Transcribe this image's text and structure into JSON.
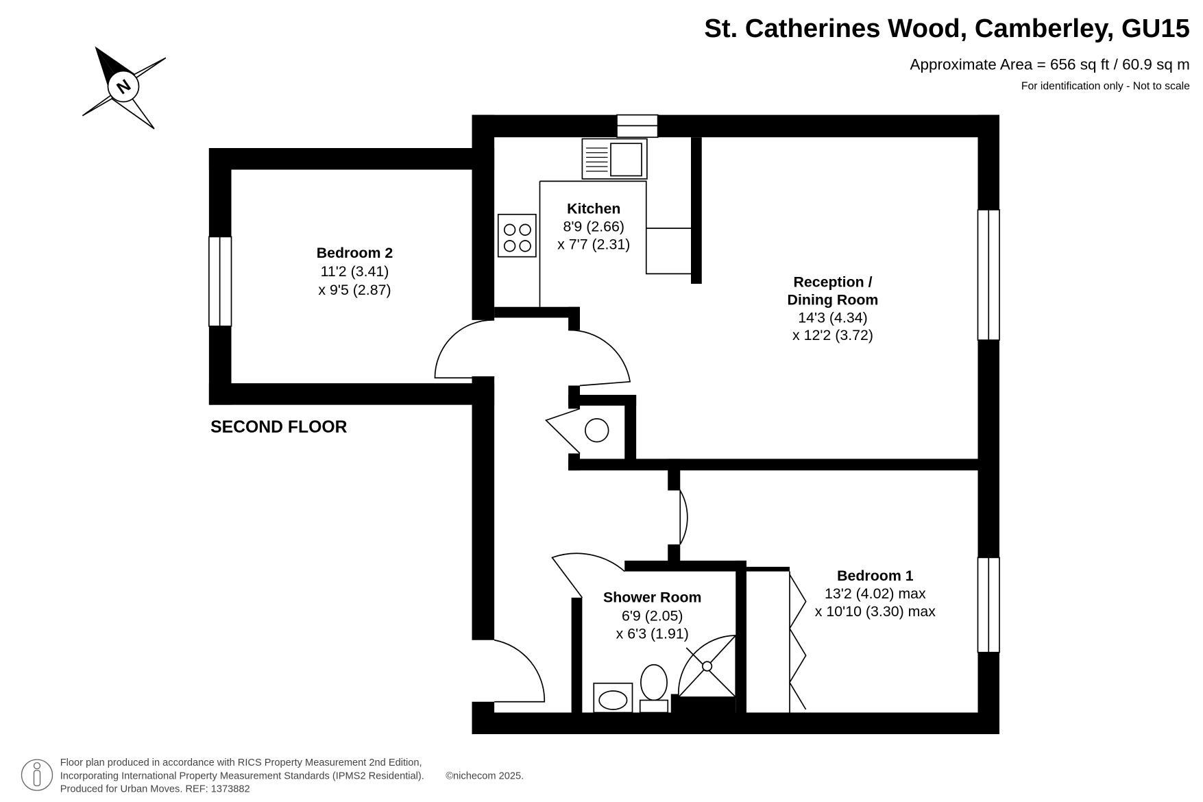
{
  "header": {
    "title": "St. Catherines Wood, Camberley, GU15",
    "area": "Approximate Area = 656 sq ft / 60.9 sq m",
    "disclaimer": "For identification only - Not to scale"
  },
  "compass": {
    "label": "N"
  },
  "floor_label": "SECOND FLOOR",
  "rooms": {
    "bedroom2": {
      "name": "Bedroom 2",
      "dim1": "11'2 (3.41)",
      "dim2": "x 9'5 (2.87)"
    },
    "kitchen": {
      "name": "Kitchen",
      "dim1": "8'9 (2.66)",
      "dim2": "x 7'7 (2.31)"
    },
    "reception": {
      "name": "Reception /",
      "name2": "Dining Room",
      "dim1": "14'3 (4.34)",
      "dim2": "x 12'2 (3.72)"
    },
    "shower": {
      "name": "Shower Room",
      "dim1": "6'9 (2.05)",
      "dim2": "x 6'3 (1.91)"
    },
    "bedroom1": {
      "name": "Bedroom 1",
      "dim1": "13'2 (4.02) max",
      "dim2": "x 10'10 (3.30) max"
    }
  },
  "footer": {
    "line1": "Floor plan produced in accordance with RICS Property Measurement 2nd Edition,",
    "line2": "Incorporating International Property Measurement Standards (IPMS2 Residential).",
    "copyright": "©nichecom 2025.",
    "line3": "Produced for Urban Moves.   REF: 1373882"
  }
}
